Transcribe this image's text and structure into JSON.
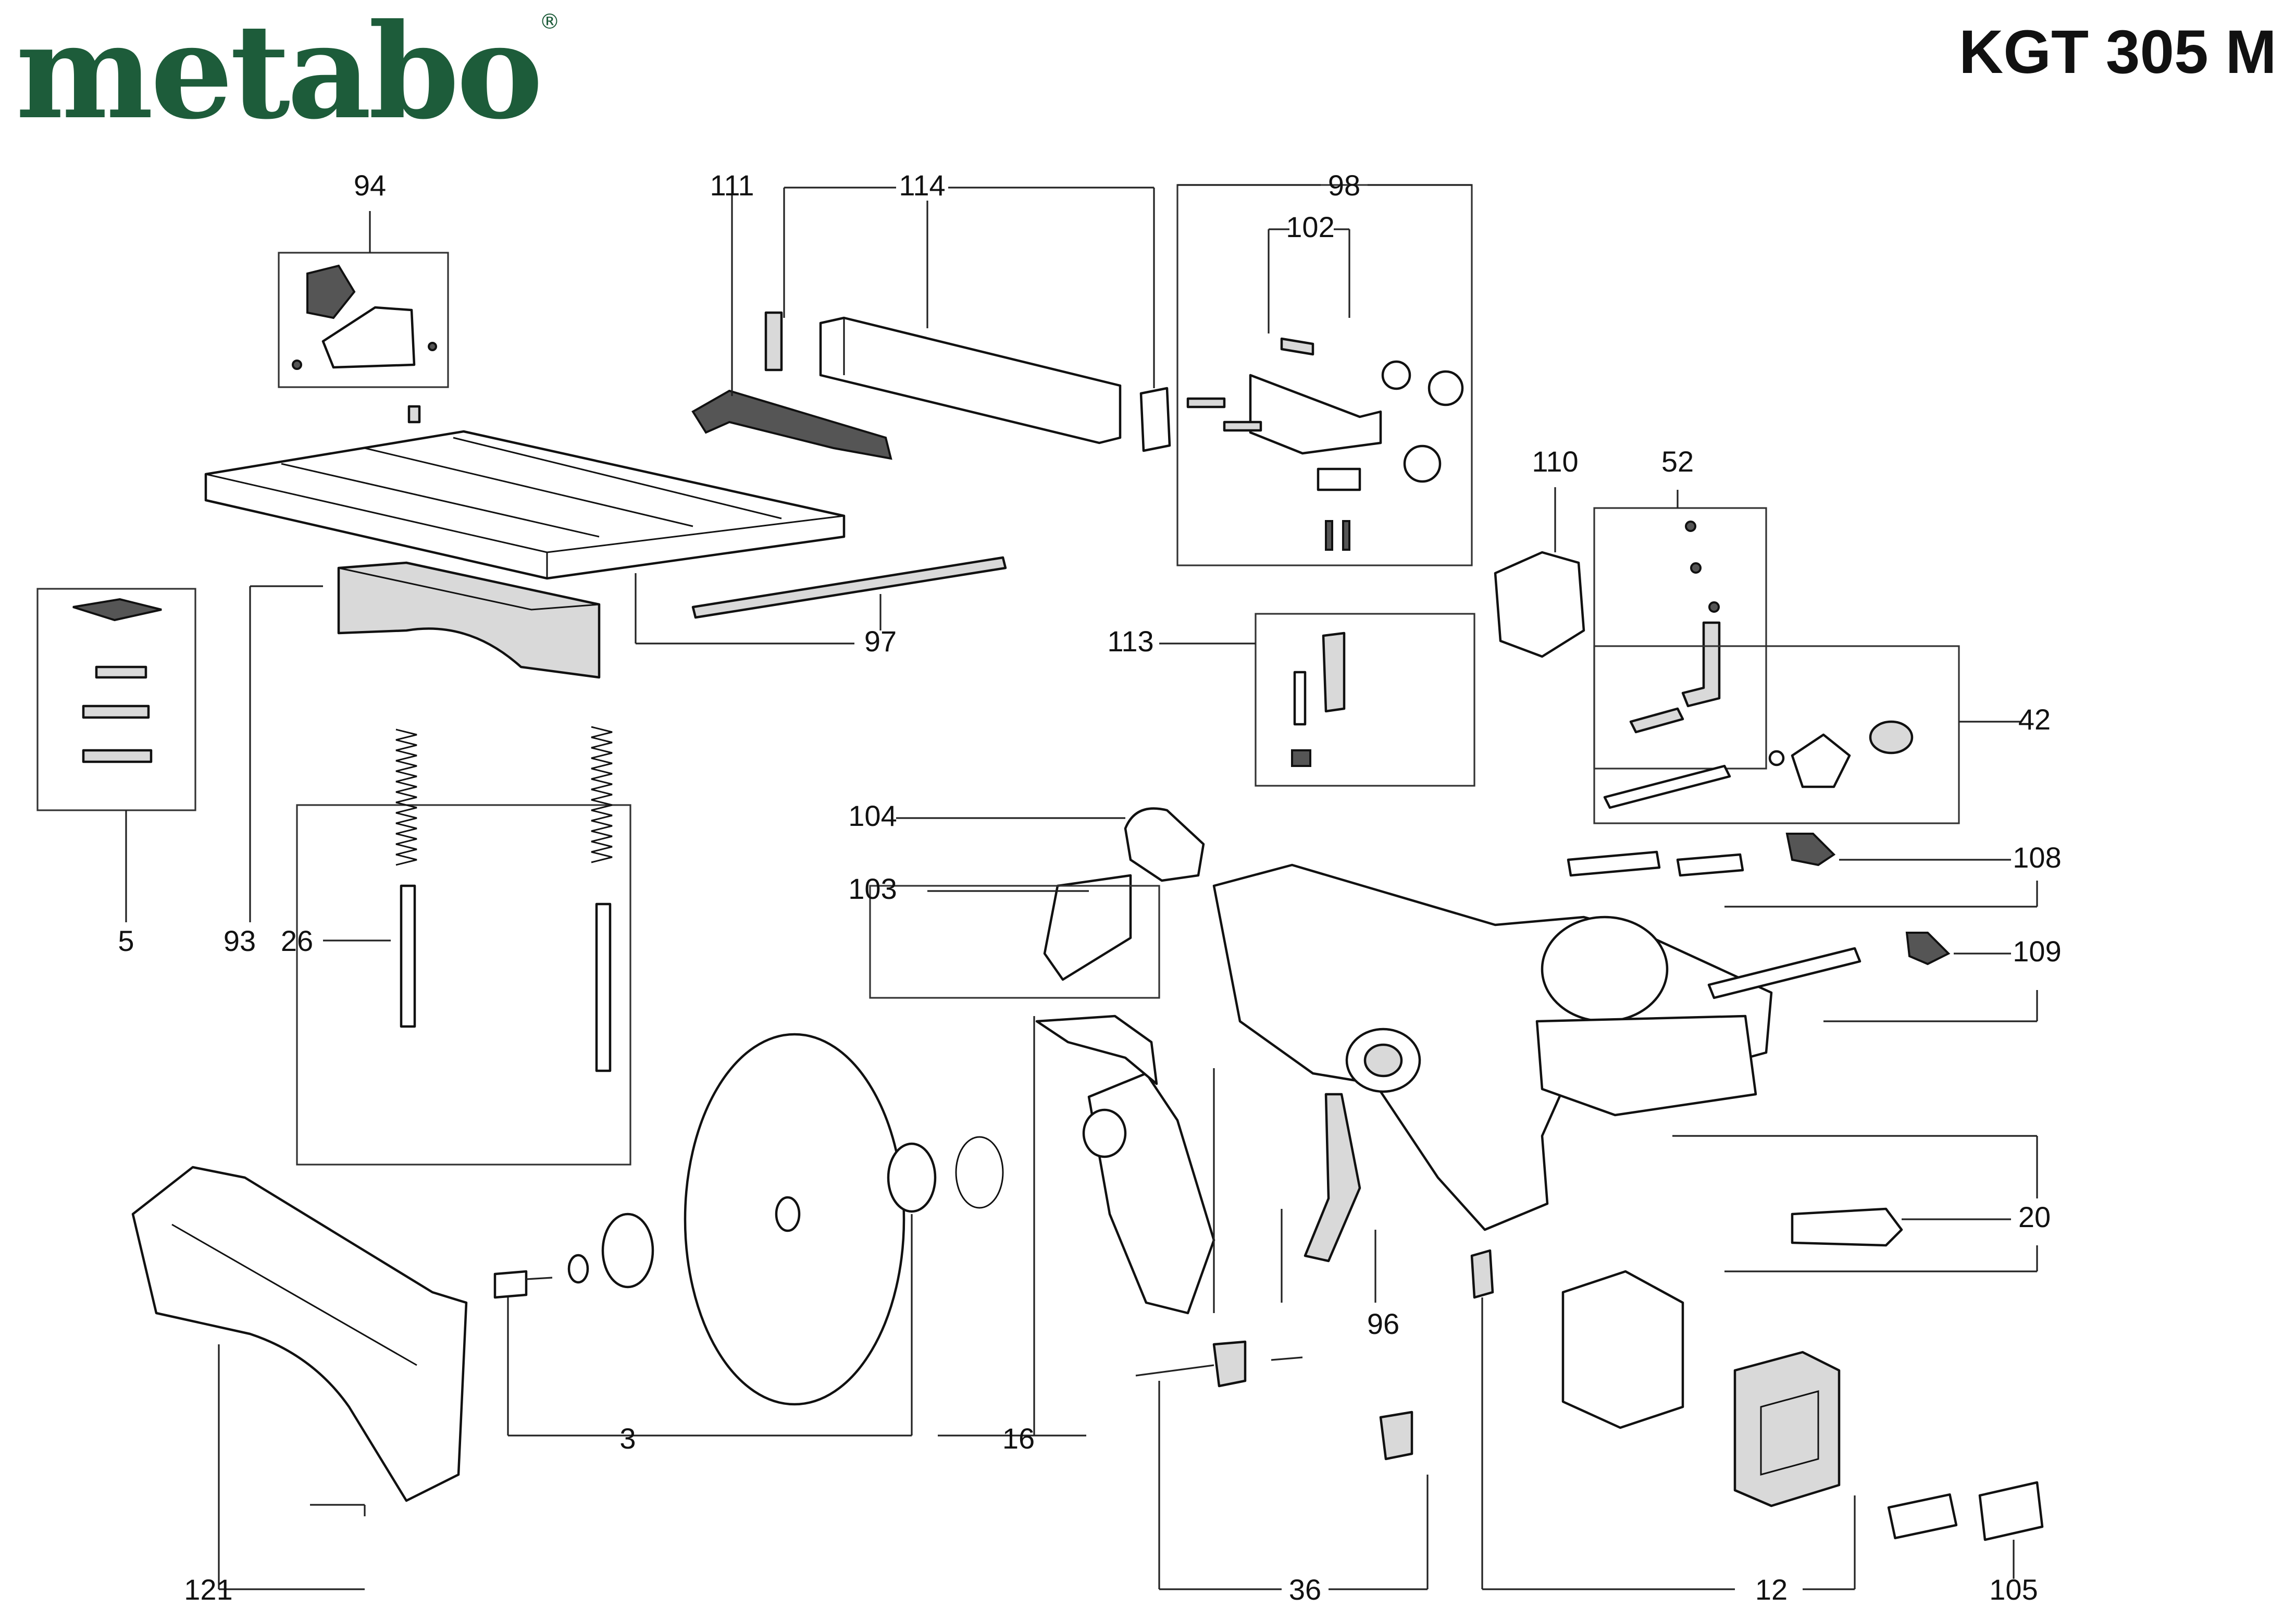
{
  "brand": {
    "name": "metabo",
    "registered": "®",
    "color": "#1d5c3a"
  },
  "model": "KGT 305 M",
  "callouts": {
    "c94": "94",
    "c111": "111",
    "c114": "114",
    "c98": "98",
    "c102": "102",
    "c110": "110",
    "c52": "52",
    "c97": "97",
    "c113": "113",
    "c42": "42",
    "c5": "5",
    "c93": "93",
    "c26": "26",
    "c104": "104",
    "c103": "103",
    "c108": "108",
    "c109": "109",
    "c20": "20",
    "c96": "96",
    "c3": "3",
    "c16": "16",
    "c121": "121",
    "c36": "36",
    "c12": "12",
    "c105": "105"
  }
}
